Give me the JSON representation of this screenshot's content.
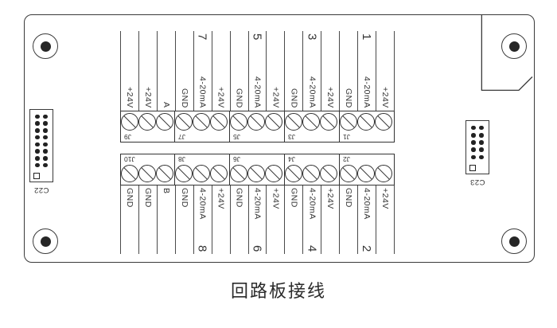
{
  "caption": "回路板接线",
  "colors": {
    "line": "#3a3a3a",
    "text": "#333333",
    "pin": "#222222",
    "background": "#ffffff"
  },
  "board": {
    "connector_left": {
      "label": "C22",
      "pin_columns": 2,
      "pin_rows": 8
    },
    "connector_right": {
      "label": "C23",
      "pin_columns": 2,
      "pin_rows": 5
    },
    "terminals_per_block": 3,
    "top_section": {
      "groups": [
        {
          "number": "",
          "columns": [
            "+24V",
            "+24V",
            "A"
          ],
          "terminal_label": "J9"
        },
        {
          "number": "7",
          "columns": [
            "GND",
            "4-20mA",
            "+24V"
          ],
          "terminal_label": "J7"
        },
        {
          "number": "5",
          "columns": [
            "GND",
            "4-20mA",
            "+24V"
          ],
          "terminal_label": "J5"
        },
        {
          "number": "3",
          "columns": [
            "GND",
            "4-20mA",
            "+24V"
          ],
          "terminal_label": "J3"
        },
        {
          "number": "1",
          "columns": [
            "GND",
            "4-20mA",
            "+24V"
          ],
          "terminal_label": "J1"
        }
      ]
    },
    "bottom_section": {
      "groups": [
        {
          "number": "",
          "columns": [
            "GND",
            "GND",
            "B"
          ],
          "terminal_label": "J10"
        },
        {
          "number": "8",
          "columns": [
            "GND",
            "4-20mA",
            "+24V"
          ],
          "terminal_label": "J8"
        },
        {
          "number": "6",
          "columns": [
            "GND",
            "4-20mA",
            "+24V"
          ],
          "terminal_label": "J6"
        },
        {
          "number": "4",
          "columns": [
            "GND",
            "4-20mA",
            "+24V"
          ],
          "terminal_label": "J4"
        },
        {
          "number": "2",
          "columns": [
            "GND",
            "4-20mA",
            "+24V"
          ],
          "terminal_label": "J2"
        }
      ]
    }
  }
}
